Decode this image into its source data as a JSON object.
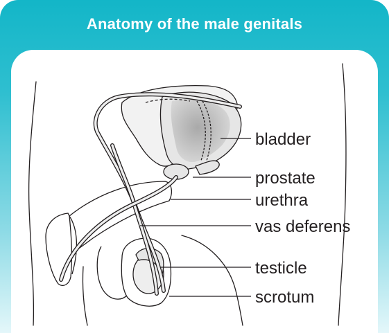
{
  "header": {
    "title": "Anatomy of the male genitals",
    "background_color": "#13b6c8",
    "title_color": "#ffffff"
  },
  "diagram": {
    "labels": {
      "bladder": "bladder",
      "prostate": "prostate",
      "urethra": "urethra",
      "vas_deferens": "vas deferens",
      "testicle": "testicle",
      "scrotum": "scrotum"
    },
    "colors": {
      "outline": "#231f20",
      "organ_fill": "#e6e6e6",
      "bladder_inner": "#bdbdbd"
    }
  }
}
